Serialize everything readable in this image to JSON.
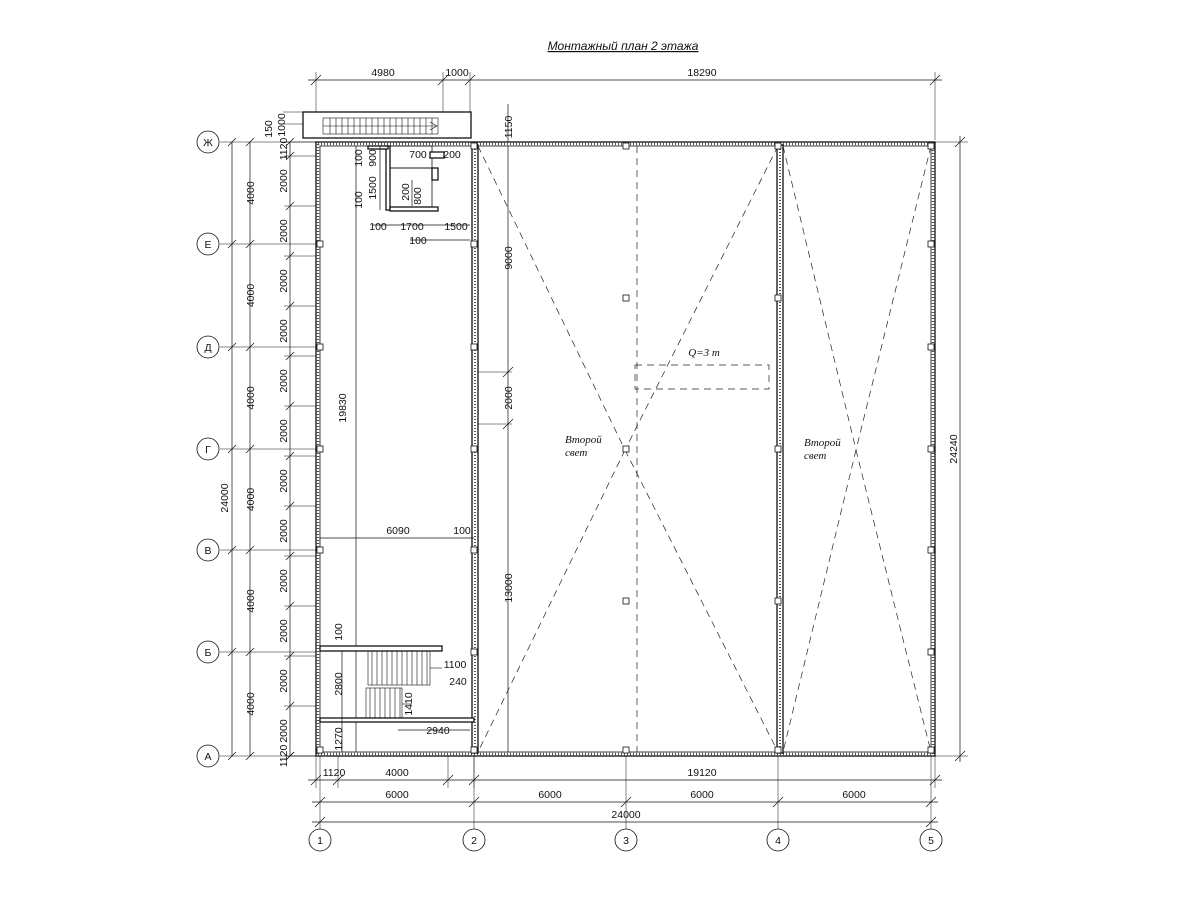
{
  "title": "Монтажный план 2 этажа",
  "axes": {
    "rows": [
      "Ж",
      "Е",
      "Д",
      "Г",
      "В",
      "Б",
      "А"
    ],
    "cols": [
      "1",
      "2",
      "3",
      "4",
      "5"
    ]
  },
  "dims": {
    "top": [
      "4980",
      "1000",
      "18290"
    ],
    "left_outer": "24000",
    "left_mid": [
      "4000",
      "4000",
      "4000",
      "4000",
      "4000",
      "4000"
    ],
    "left_inner": [
      "1120",
      "2000",
      "2000",
      "2000",
      "2000",
      "2000",
      "2000",
      "2000",
      "2000",
      "2000",
      "2000",
      "2000",
      "2000",
      "1120"
    ],
    "left_top_small": [
      "150",
      "1000"
    ],
    "right": "24240",
    "bottom1": [
      "1120",
      "4000",
      "19120"
    ],
    "bottom2": [
      "6000",
      "6000",
      "6000",
      "6000"
    ],
    "bottom3": "24000",
    "inner_vertical": "19830",
    "span_9000": "9000",
    "span_2000": "2000",
    "span_13000": "13000",
    "span_1150": "1150",
    "room": [
      "100",
      "900",
      "700",
      "200",
      "1500",
      "100",
      "200",
      "800",
      "100",
      "1700",
      "1500",
      "100"
    ],
    "mid": [
      "6090",
      "100"
    ],
    "stairs": [
      "100",
      "1100",
      "240",
      "2800",
      "1410",
      "2940",
      "1270"
    ]
  },
  "labels": {
    "crane": "Q=3 т",
    "light1": [
      "Второй",
      "свет"
    ],
    "light2": [
      "Второй",
      "свет"
    ]
  }
}
